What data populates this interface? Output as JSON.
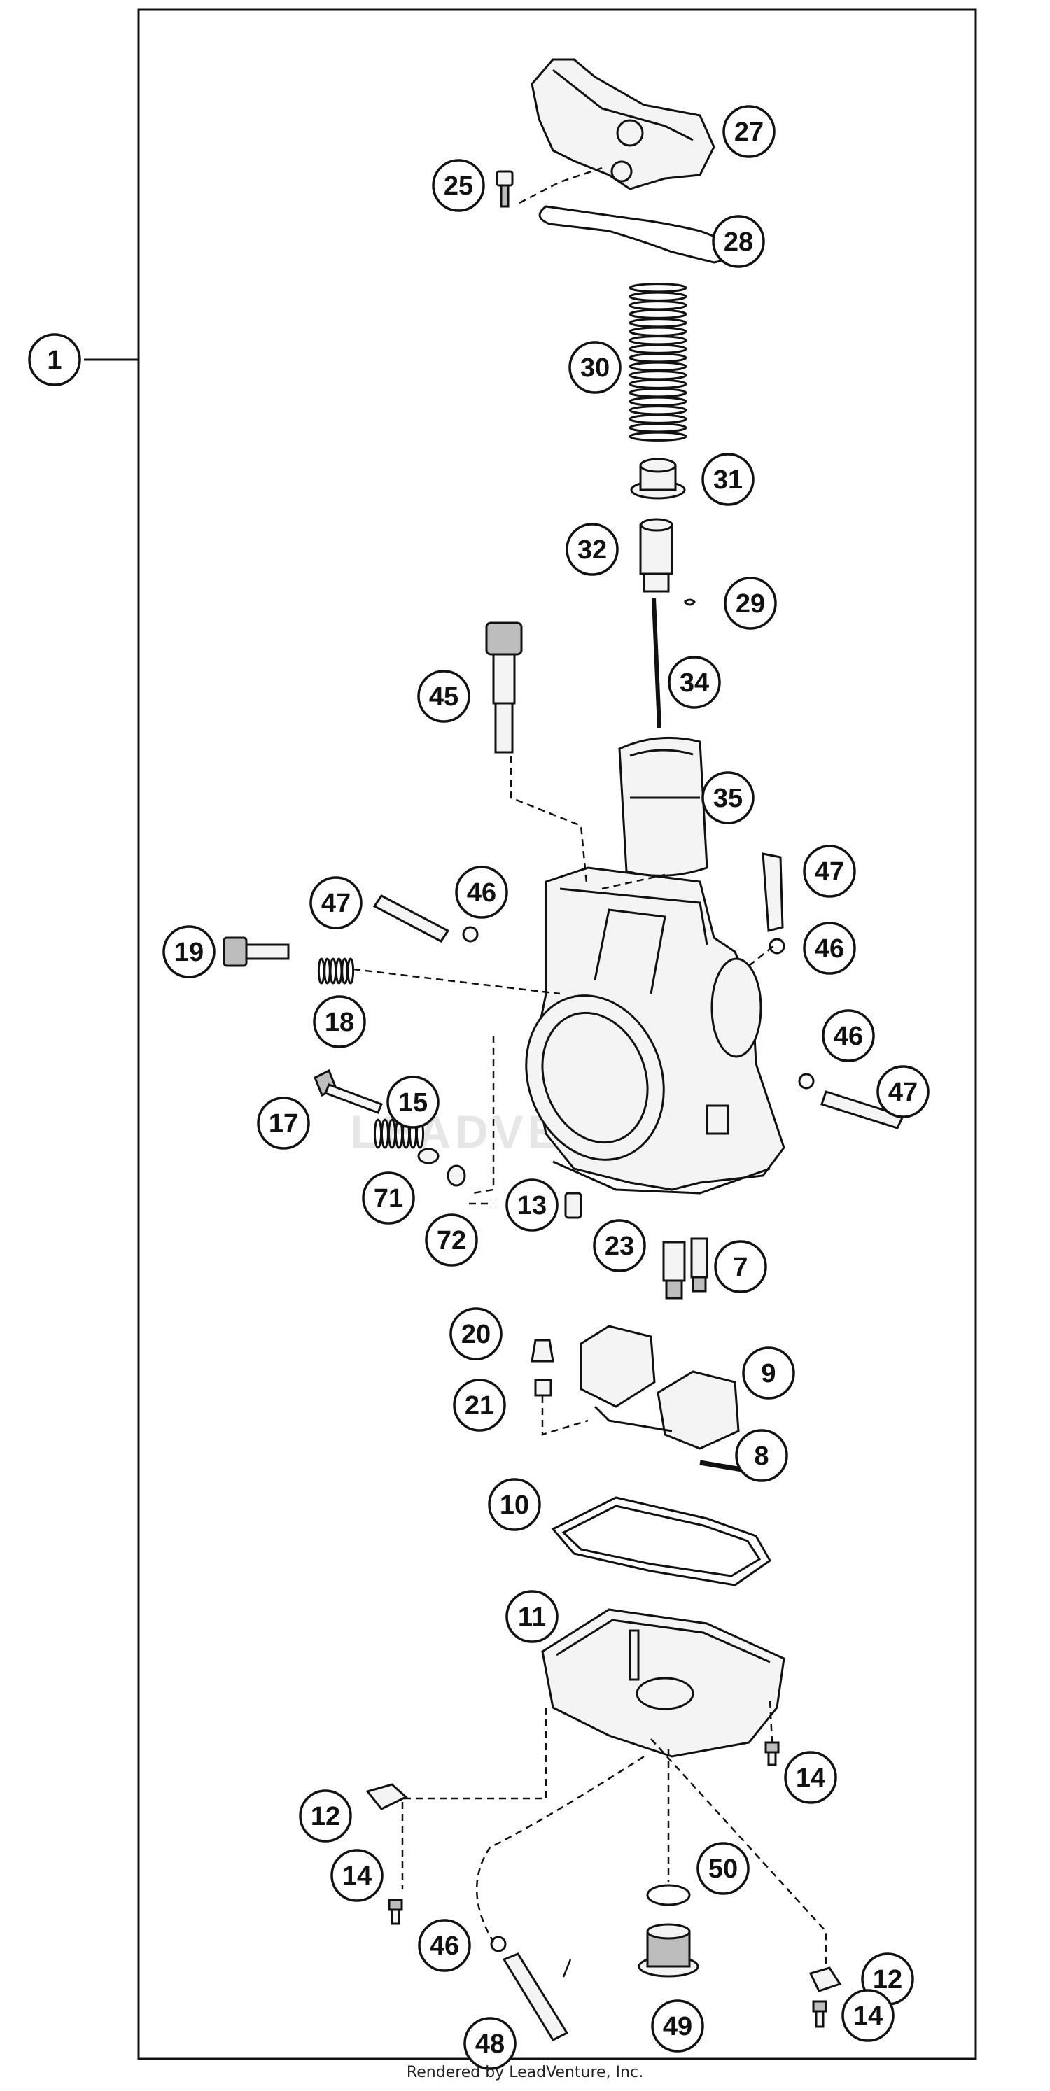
{
  "footer_text": "Rendered by LeadVenture, Inc.",
  "watermark_text": "LEADVENTURE",
  "callouts": [
    {
      "id": "c1",
      "label": "1"
    },
    {
      "id": "c25",
      "label": "25"
    },
    {
      "id": "c27",
      "label": "27"
    },
    {
      "id": "c28",
      "label": "28"
    },
    {
      "id": "c30",
      "label": "30"
    },
    {
      "id": "c31",
      "label": "31"
    },
    {
      "id": "c32",
      "label": "32"
    },
    {
      "id": "c29",
      "label": "29"
    },
    {
      "id": "c34",
      "label": "34"
    },
    {
      "id": "c45",
      "label": "45"
    },
    {
      "id": "c35",
      "label": "35"
    },
    {
      "id": "c47a",
      "label": "47"
    },
    {
      "id": "c46a",
      "label": "46"
    },
    {
      "id": "c47b",
      "label": "47"
    },
    {
      "id": "c46b",
      "label": "46"
    },
    {
      "id": "c19",
      "label": "19"
    },
    {
      "id": "c18",
      "label": "18"
    },
    {
      "id": "c46c",
      "label": "46"
    },
    {
      "id": "c47c",
      "label": "47"
    },
    {
      "id": "c17",
      "label": "17"
    },
    {
      "id": "c15",
      "label": "15"
    },
    {
      "id": "c71",
      "label": "71"
    },
    {
      "id": "c72",
      "label": "72"
    },
    {
      "id": "c13",
      "label": "13"
    },
    {
      "id": "c23",
      "label": "23"
    },
    {
      "id": "c7",
      "label": "7"
    },
    {
      "id": "c20",
      "label": "20"
    },
    {
      "id": "c9",
      "label": "9"
    },
    {
      "id": "c21",
      "label": "21"
    },
    {
      "id": "c8",
      "label": "8"
    },
    {
      "id": "c10",
      "label": "10"
    },
    {
      "id": "c11",
      "label": "11"
    },
    {
      "id": "c14a",
      "label": "14"
    },
    {
      "id": "c12a",
      "label": "12"
    },
    {
      "id": "c50",
      "label": "50"
    },
    {
      "id": "c14b",
      "label": "14"
    },
    {
      "id": "c12b",
      "label": "12"
    },
    {
      "id": "c46d",
      "label": "46"
    },
    {
      "id": "c14c",
      "label": "14"
    },
    {
      "id": "c48",
      "label": "48"
    },
    {
      "id": "c49",
      "label": "49"
    }
  ]
}
